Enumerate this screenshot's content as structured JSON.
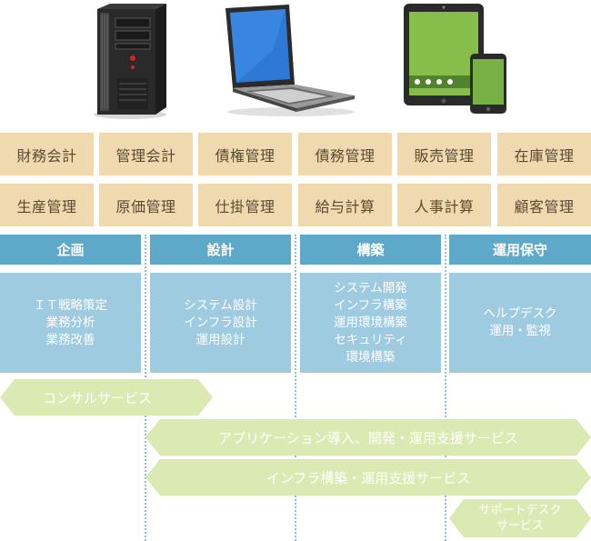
{
  "modules": {
    "row1": [
      "財務会計",
      "管理会計",
      "債権管理",
      "債務管理",
      "販売管理",
      "在庫管理"
    ],
    "row2": [
      "生産管理",
      "原価管理",
      "仕掛管理",
      "給与計算",
      "人事計算",
      "顧客管理"
    ]
  },
  "phases": [
    {
      "title": "企画",
      "items": [
        "ＩＴ戦略策定",
        "業務分析",
        "業務改善"
      ]
    },
    {
      "title": "設計",
      "items": [
        "システム設計",
        "インフラ設計",
        "運用設計"
      ]
    },
    {
      "title": "構築",
      "items": [
        "システム開発",
        "インフラ構築",
        "運用環境構築",
        "セキュリティ",
        "環境構築"
      ]
    },
    {
      "title": "運用保守",
      "items": [
        "ヘルプデスク",
        "運用・監視"
      ]
    }
  ],
  "services": {
    "consulting": "コンサルサービス",
    "application": "アプリケーション導入、開発・運用支援サービス",
    "infrastructure": "インフラ構築・運用支援サービス",
    "support_line1": "サポートデスク",
    "support_line2": "サービス"
  },
  "colors": {
    "tile": "#f0d9ae",
    "phase_header": "#5ea8c9",
    "phase_body": "#9fcbe0",
    "service_arrow": "#dbe9b3"
  },
  "devices": [
    "server-tower-icon",
    "laptop-icon",
    "tablet-icon",
    "smartphone-icon"
  ]
}
